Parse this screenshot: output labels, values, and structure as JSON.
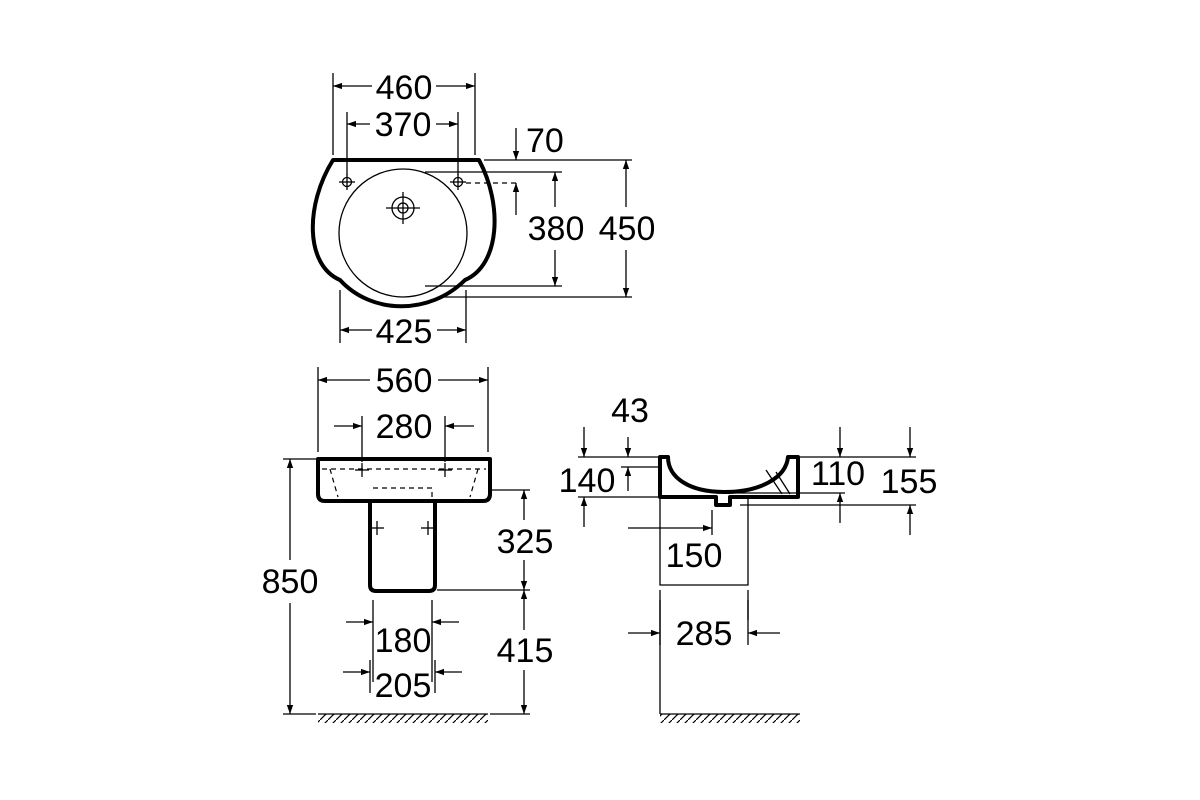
{
  "drawing": {
    "top_view": {
      "width_outer": "460",
      "width_holes": "370",
      "width_bowl": "425",
      "offset_top": "70",
      "depth_bowl": "380",
      "depth_total": "450"
    },
    "front_view": {
      "width_total": "560",
      "width_holes": "280",
      "height_total": "850",
      "pedestal_height": "325",
      "floor_gap": "415",
      "pedestal_inner": "180",
      "pedestal_outer": "205"
    },
    "side_view": {
      "rim_thickness": "43",
      "basin_height": "140",
      "inner_depth": "110",
      "overall_depth": "155",
      "drain_offset": "150",
      "pedestal_depth": "285"
    }
  }
}
